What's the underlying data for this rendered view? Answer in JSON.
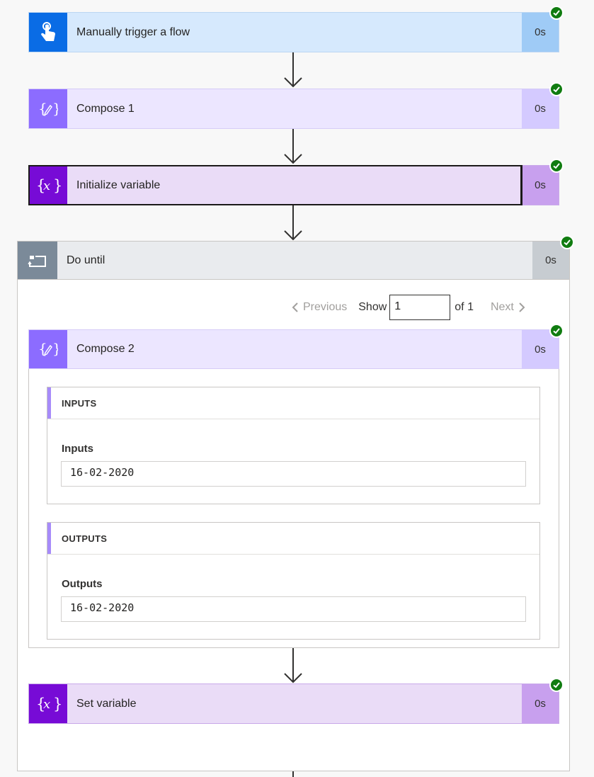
{
  "steps": {
    "trigger": {
      "title": "Manually trigger a flow",
      "duration": "0s",
      "status": "succeeded",
      "icon": "touch-icon",
      "color": "#0078d4"
    },
    "compose1": {
      "title": "Compose 1",
      "duration": "0s",
      "status": "succeeded",
      "icon": "compose-icon",
      "color": "#8c6cff"
    },
    "init_var": {
      "title": "Initialize variable",
      "duration": "0s",
      "status": "succeeded",
      "icon": "variable-icon",
      "color": "#770bd6"
    },
    "do_until": {
      "title": "Do until",
      "duration": "0s",
      "status": "succeeded",
      "icon": "loop-icon",
      "color": "#7b8a99",
      "pager": {
        "previous": "Previous",
        "show": "Show",
        "current": "1",
        "of": "of 1",
        "next": "Next"
      },
      "compose2": {
        "title": "Compose 2",
        "duration": "0s",
        "status": "succeeded",
        "icon": "compose-icon",
        "inputs_header": "INPUTS",
        "inputs_label": "Inputs",
        "inputs_value": "16-02-2020",
        "outputs_header": "OUTPUTS",
        "outputs_label": "Outputs",
        "outputs_value": "16-02-2020"
      },
      "set_var": {
        "title": "Set variable",
        "duration": "0s",
        "status": "succeeded",
        "icon": "variable-icon"
      }
    }
  }
}
